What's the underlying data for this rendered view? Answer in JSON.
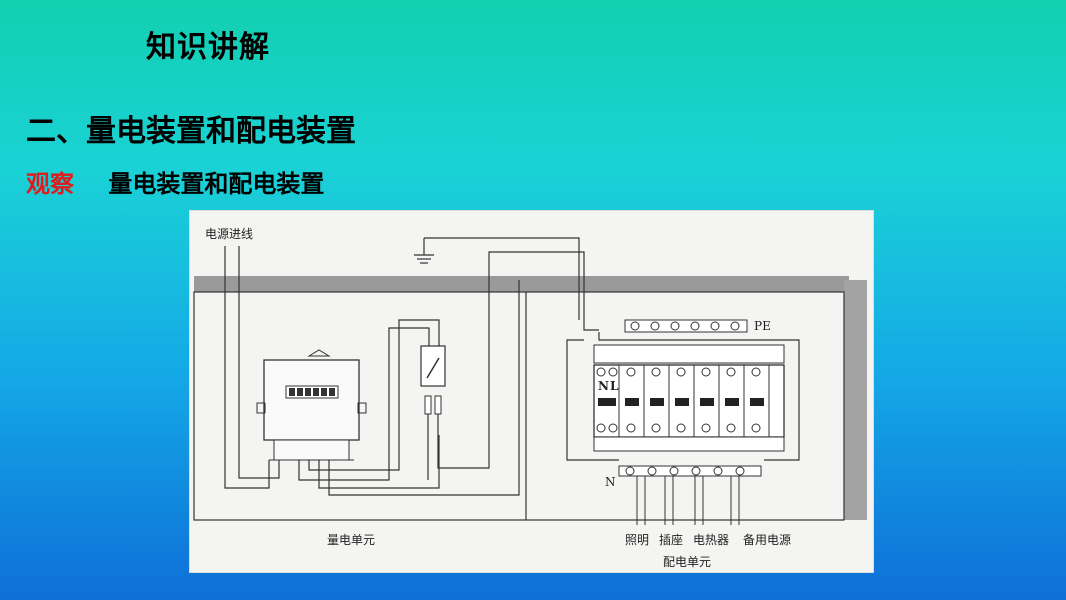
{
  "slide": {
    "title": "知识讲解",
    "heading": "二、量电装置和配电装置",
    "observe_label": "观察",
    "observe_text": "量电装置和配电装置"
  },
  "figure": {
    "power_in_label": "电源进线",
    "pe_label": "PE",
    "n_label": "N",
    "l_label": "L",
    "n_bar_label": "N",
    "metering_unit_label": "量电单元",
    "outputs": [
      "照明",
      "插座",
      "电热器",
      "备用电源"
    ],
    "distribution_unit_label": "配电单元"
  }
}
